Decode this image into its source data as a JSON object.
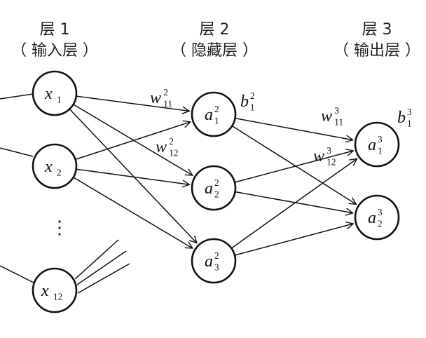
{
  "layers": [
    {
      "title": "层 1",
      "subtitle": "（ 输入层 ）"
    },
    {
      "title": "层 2",
      "subtitle": "（ 隐藏层 ）"
    },
    {
      "title": "层 3",
      "subtitle": "（ 输出层 ）"
    }
  ],
  "nodes": [
    {
      "id": "x1",
      "base": "x",
      "sub": "1",
      "sup": ""
    },
    {
      "id": "x2",
      "base": "x",
      "sub": "2",
      "sup": ""
    },
    {
      "id": "x12",
      "base": "x",
      "sub": "12",
      "sup": ""
    },
    {
      "id": "a12",
      "base": "a",
      "sub": "1",
      "sup": "2"
    },
    {
      "id": "a22",
      "base": "a",
      "sub": "2",
      "sup": "2"
    },
    {
      "id": "a32",
      "base": "a",
      "sub": "3",
      "sup": "2"
    },
    {
      "id": "a13",
      "base": "a",
      "sub": "1",
      "sup": "3"
    },
    {
      "id": "a23",
      "base": "a",
      "sub": "2",
      "sup": "3"
    }
  ],
  "ellipsis": "⋮",
  "weight_labels": [
    {
      "base": "w",
      "sub": "11",
      "sup": "2"
    },
    {
      "base": "w",
      "sub": "12",
      "sup": "2"
    },
    {
      "base": "w",
      "sub": "11",
      "sup": "3"
    },
    {
      "base": "w",
      "sub": "12",
      "sup": "3"
    }
  ],
  "bias_labels": [
    {
      "base": "b",
      "sub": "1",
      "sup": "2"
    },
    {
      "base": "b",
      "sub": "1",
      "sup": "3"
    }
  ],
  "edges": [
    [
      "x1",
      "a12"
    ],
    [
      "x1",
      "a22"
    ],
    [
      "x1",
      "a32"
    ],
    [
      "x2",
      "a12"
    ],
    [
      "x2",
      "a22"
    ],
    [
      "x2",
      "a32"
    ],
    [
      "a12",
      "a13"
    ],
    [
      "a12",
      "a23"
    ],
    [
      "a22",
      "a13"
    ],
    [
      "a22",
      "a23"
    ],
    [
      "a32",
      "a13"
    ],
    [
      "a32",
      "a23"
    ]
  ]
}
